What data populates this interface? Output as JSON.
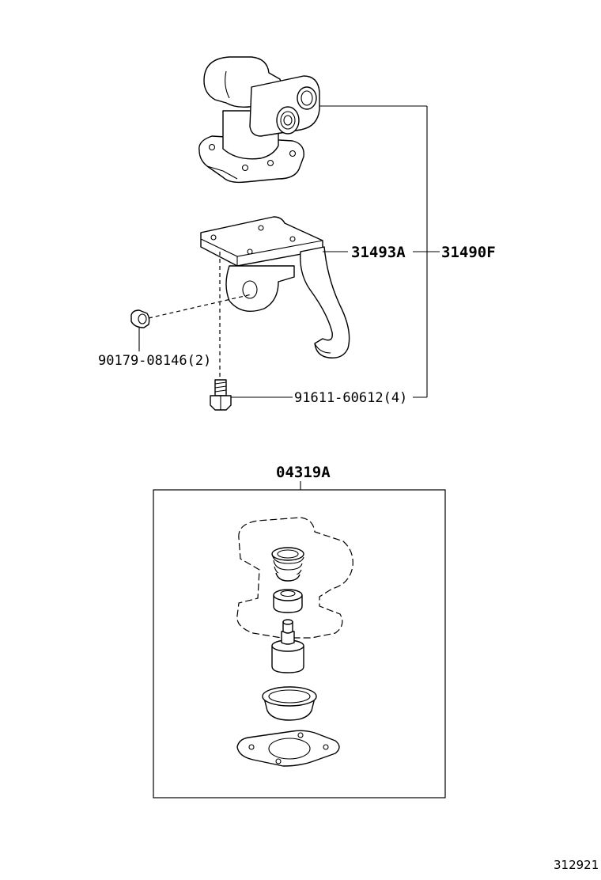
{
  "parts": {
    "upper_housing": "upper-housing-icon",
    "bracket": "bracket-icon",
    "nut": "nut-icon",
    "bolt": "bolt-icon",
    "spring": "spring-icon",
    "valve": "valve-icon",
    "piston": "piston-icon",
    "cup": "cup-icon",
    "gasket": "gasket-icon"
  },
  "labels": {
    "bracket_part": "31493A",
    "assembly_part": "31490F",
    "nut_part": "90179-08146(2)",
    "bolt_part": "91611-60612(4)",
    "kit_part": "04319A"
  },
  "figure_number": "312921"
}
